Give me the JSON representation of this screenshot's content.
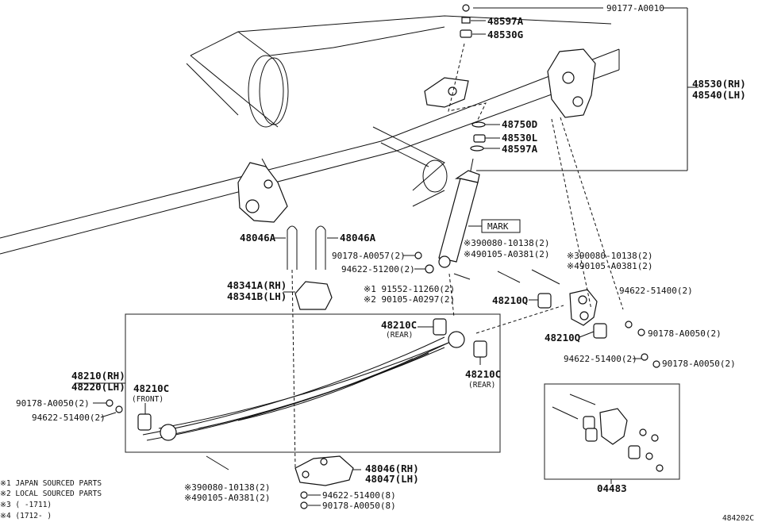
{
  "diagram_id": "484202C",
  "labels": {
    "p90177": "90177-A0010",
    "p48597a_top": "48597A",
    "p48530g": "48530G",
    "p48530_rh": "48530(RH)",
    "p48540_lh": "48540(LH)",
    "p48750d": "48750D",
    "p48530l": "48530L",
    "p48597a_mid": "48597A",
    "mark": "MARK",
    "p48046a_l": "48046A",
    "p48046a_r": "48046A",
    "p90178_57": "90178-A0057(2)",
    "p94622_512": "94622-51200(2)",
    "p390080_a": "※390080-10138(2)",
    "p490105_a": "※490105-A0381(2)",
    "p390080_b": "※390080-10138(2)",
    "p490105_b": "※490105-A0381(2)",
    "p191552": "※1 91552-11260(2)",
    "p290105": "※2 90105-A0297(2)",
    "p48341a": "48341A(RH)",
    "p48341b": "48341B(LH)",
    "p48210q_a": "48210Q",
    "p48210q_b": "48210Q",
    "p94622_514_r": "94622-51400(2)",
    "p90178_50_r1": "90178-A0050(2)",
    "p94622_514_r2": "94622-51400(2)",
    "p90178_50_r2": "90178-A0050(2)",
    "p48210c_rear1": "48210C",
    "p48210c_rear1_sub": "(REAR)",
    "p48210c_rear2": "48210C",
    "p48210c_rear2_sub": "(REAR)",
    "p48210_rh": "48210(RH)",
    "p48220_lh": "48220(LH)",
    "p48210c_front": "48210C",
    "p48210c_front_sub": "(FRONT)",
    "p90178_50_l": "90178-A0050(2)",
    "p94622_514_l": "94622-51400(2)",
    "p390080_c": "※390080-10138(2)",
    "p490105_c": "※490105-A0381(2)",
    "p48046_rh": "48046(RH)",
    "p48047_lh": "48047(LH)",
    "p94622_514_8": "94622-51400(8)",
    "p90178_50_8": "90178-A0050(8)",
    "p04483": "04483"
  },
  "legend": [
    "※1 JAPAN SOURCED PARTS",
    "※2 LOCAL SOURCED PARTS",
    "※3 (      -1711)",
    "※4 (1712-      )"
  ]
}
